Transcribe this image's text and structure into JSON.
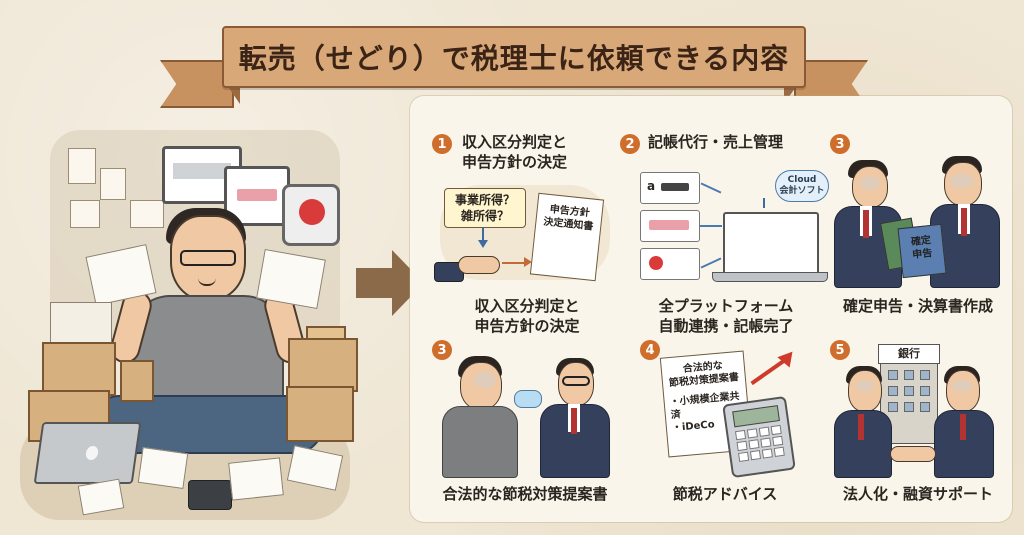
{
  "title": "転売（せどり）で税理士に依頼できる内容",
  "items": [
    {
      "num": "1",
      "heading": "収入区分判定と\n申告方針の決定",
      "caption": "収入区分判定と\n申告方針の決定",
      "bubble": "事業所得？\n雑所得？",
      "doc": "申告方針\n決定通知書"
    },
    {
      "num": "2",
      "heading": "記帳代行・売上管理",
      "caption": "全プラットフォーム\n自動連携・記帳完了",
      "cloud": "Cloud\n会計ソフト",
      "source_text": "a"
    },
    {
      "num": "3",
      "caption": "確定申告・決算書作成",
      "book": "確定\n申告"
    },
    {
      "num": "3",
      "caption": "合法的な節税対策提案書"
    },
    {
      "num": "4",
      "caption": "節税アドバイス",
      "doc": "合法的な\n節税対策提案書",
      "doc_items": [
        "・小規模企業共済",
        "・iDeCo"
      ]
    },
    {
      "num": "5",
      "caption": "法人化・融資サポート",
      "bank": "銀行"
    }
  ],
  "colors": {
    "accent": "#cf6e2c",
    "ribbon": "#d8a879",
    "panel": "#faf5ea",
    "background": "#efe6d4"
  }
}
